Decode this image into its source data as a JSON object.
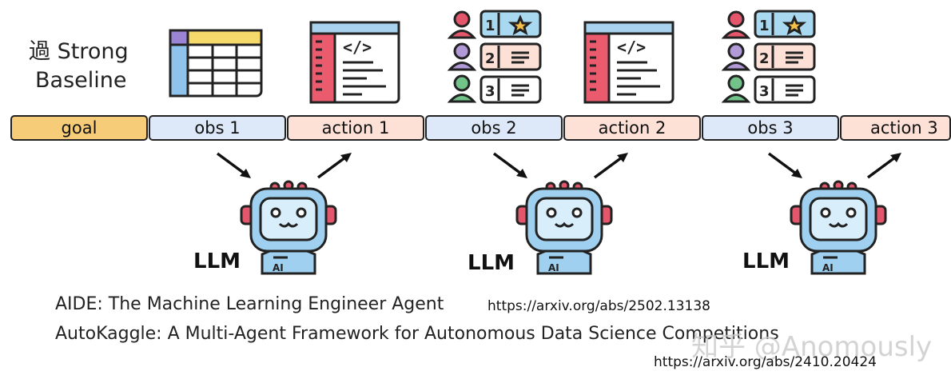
{
  "header": {
    "line1": "過 Strong",
    "line2": "Baseline"
  },
  "timeline": [
    {
      "label": "goal",
      "kind": "goal"
    },
    {
      "label": "obs 1",
      "kind": "obs"
    },
    {
      "label": "action 1",
      "kind": "action"
    },
    {
      "label": "obs 2",
      "kind": "obs"
    },
    {
      "label": "action 2",
      "kind": "action"
    },
    {
      "label": "obs 3",
      "kind": "obs"
    },
    {
      "label": "action 3",
      "kind": "action"
    }
  ],
  "agents": [
    {
      "label": "LLM",
      "badge": "AI"
    },
    {
      "label": "LLM",
      "badge": "AI"
    },
    {
      "label": "LLM",
      "badge": "AI"
    }
  ],
  "ranking": [
    "1",
    "2",
    "3"
  ],
  "code_tag": "</>",
  "references": [
    {
      "title": "AIDE: The Machine Learning Engineer Agent",
      "url": "https://arxiv.org/abs/2502.13138"
    },
    {
      "title": "AutoKaggle: A Multi-Agent Framework for Autonomous Data Science Competitions",
      "url": "https://arxiv.org/abs/2410.20424"
    }
  ],
  "watermark": "知乎 @Anomously",
  "colors": {
    "goal": "#f6cc79",
    "obs": "#dde8f8",
    "action": "#fde0d6",
    "robot_body": "#9fd0ef",
    "robot_accent": "#e4566b"
  }
}
